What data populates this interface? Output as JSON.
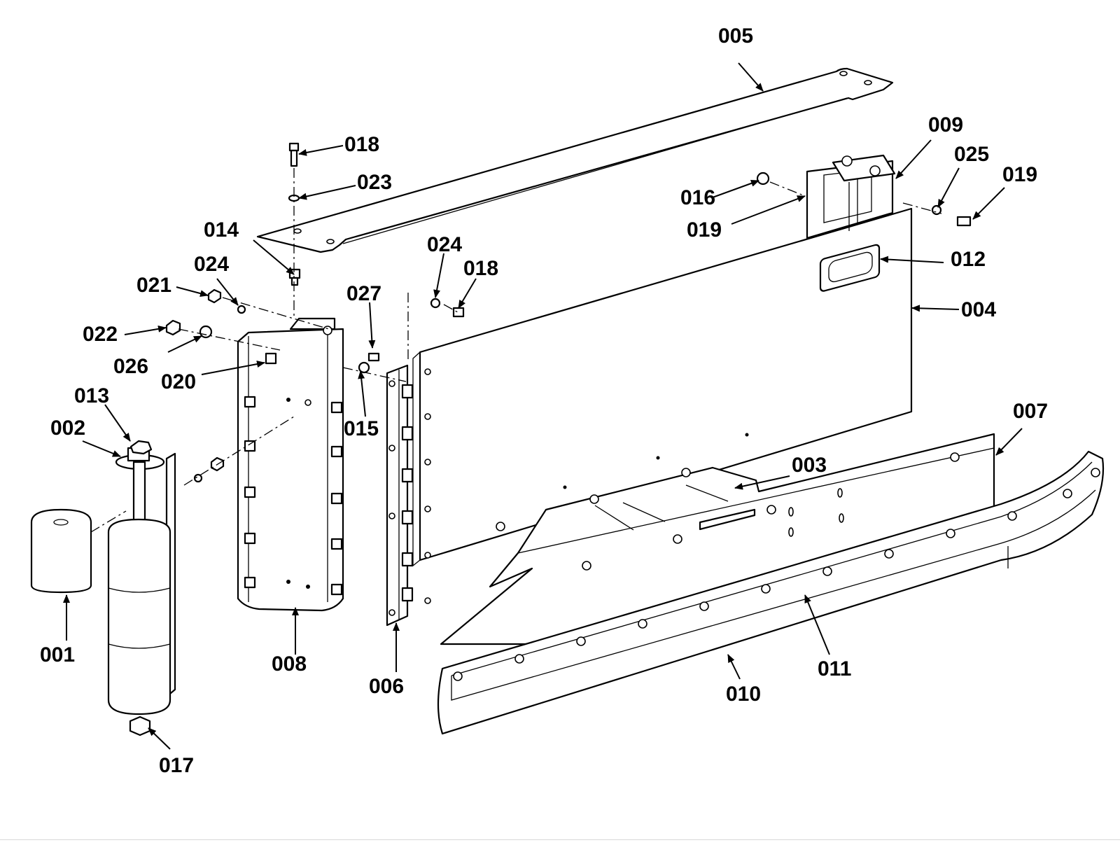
{
  "diagram": {
    "callouts": [
      {
        "id": "c005",
        "label": "005"
      },
      {
        "id": "c018a",
        "label": "018"
      },
      {
        "id": "c023",
        "label": "023"
      },
      {
        "id": "c009",
        "label": "009"
      },
      {
        "id": "c025",
        "label": "025"
      },
      {
        "id": "c019a",
        "label": "019"
      },
      {
        "id": "c016",
        "label": "016"
      },
      {
        "id": "c019b",
        "label": "019"
      },
      {
        "id": "c014",
        "label": "014"
      },
      {
        "id": "c024a",
        "label": "024"
      },
      {
        "id": "c024b",
        "label": "024"
      },
      {
        "id": "c018b",
        "label": "018"
      },
      {
        "id": "c012",
        "label": "012"
      },
      {
        "id": "c021",
        "label": "021"
      },
      {
        "id": "c027",
        "label": "027"
      },
      {
        "id": "c004",
        "label": "004"
      },
      {
        "id": "c022",
        "label": "022"
      },
      {
        "id": "c026",
        "label": "026"
      },
      {
        "id": "c020",
        "label": "020"
      },
      {
        "id": "c013",
        "label": "013"
      },
      {
        "id": "c015",
        "label": "015"
      },
      {
        "id": "c002",
        "label": "002"
      },
      {
        "id": "c007",
        "label": "007"
      },
      {
        "id": "c003",
        "label": "003"
      },
      {
        "id": "c001",
        "label": "001"
      },
      {
        "id": "c008",
        "label": "008"
      },
      {
        "id": "c006",
        "label": "006"
      },
      {
        "id": "c011",
        "label": "011"
      },
      {
        "id": "c010",
        "label": "010"
      },
      {
        "id": "c017",
        "label": "017"
      }
    ]
  }
}
